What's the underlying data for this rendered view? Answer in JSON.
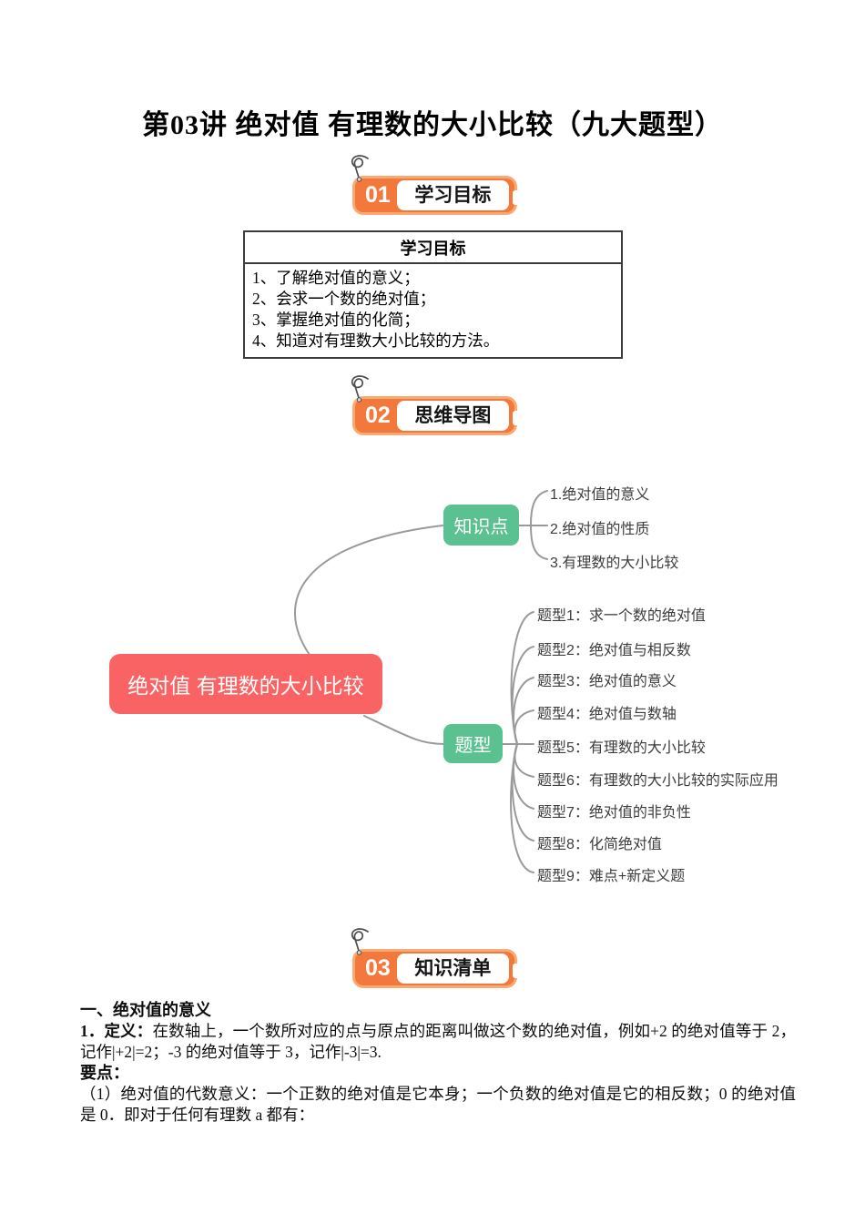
{
  "page": {
    "title": "第03讲 绝对值 有理数的大小比较（九大题型）"
  },
  "badges": [
    {
      "number": "01",
      "label": "学习目标"
    },
    {
      "number": "02",
      "label": "思维导图"
    },
    {
      "number": "03",
      "label": "知识清单"
    }
  ],
  "goals": {
    "header": "学习目标",
    "items": [
      "1、了解绝对值的意义；",
      "2、会求一个数的绝对值；",
      "3、掌握绝对值的化简；",
      "4、知道对有理数大小比较的方法。"
    ]
  },
  "mindmap": {
    "center": "绝对值 有理数的大小比较",
    "branches": [
      {
        "label": "知识点",
        "items": [
          "1.绝对值的意义",
          "2.绝对值的性质",
          "3.有理数的大小比较"
        ]
      },
      {
        "label": "题型",
        "items": [
          "题型1：求一个数的绝对值",
          "题型2：绝对值与相反数",
          "题型3：绝对值的意义",
          "题型4：绝对值与数轴",
          "题型5：有理数的大小比较",
          "题型6：有理数的大小比较的实际应用",
          "题型7：绝对值的非负性",
          "题型8：化简绝对值",
          "题型9：难点+新定义题"
        ]
      }
    ],
    "colors": {
      "center_bg": "#fa6363",
      "branch_bg": "#5cc191",
      "line": "#9a9a9a"
    }
  },
  "knowledge": {
    "heading": "一、绝对值的意义",
    "definition_label": "1．定义：",
    "definition_text": "在数轴上，一个数所对应的点与原点的距离叫做这个数的绝对值，例如+2 的绝对值等于 2，记作|+2|=2；-3 的绝对值等于 3，记作|-3|=3.",
    "points_label": "要点：",
    "point_1": "（1）绝对值的代数意义：一个正数的绝对值是它本身；一个负数的绝对值是它的相反数；0 的绝对值是 0．即对于任何有理数 a 都有："
  },
  "colors": {
    "badge_orange": "#f2783c",
    "badge_rim": "#f9aa72",
    "title_color": "#000000"
  }
}
